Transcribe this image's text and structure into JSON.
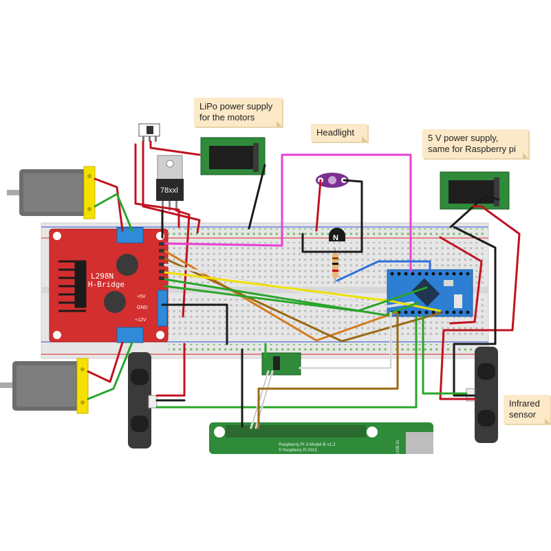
{
  "notes": {
    "lipo": [
      "LiPo power supply",
      "for the motors"
    ],
    "headlight": "Headlight",
    "five_volt": [
      "5 V power supply,",
      "same for Raspberry pi"
    ],
    "infrared": [
      "Infrared",
      "sensor"
    ]
  },
  "hbridge": {
    "title_line1": "L298N",
    "title_line2": "H-Bridge",
    "pin_5v": "+5V",
    "pin_gnd": "GND",
    "pin_12v": "+12V"
  },
  "regulator": {
    "label": "78xxl"
  },
  "transistor": {
    "label": "N"
  },
  "raspberry": {
    "line1": "Raspberry Pi 3 Model B v1.2",
    "line2": "© Raspberry Pi 2015",
    "usb": "USB 2x"
  },
  "colors": {
    "breadboard": "#e6e6e6",
    "hbridge_red": "#d32f2f",
    "arduino_blue": "#2d7fd3",
    "pcb_green": "#2f8a3a",
    "motor_yellow": "#f5e000",
    "note_bg": "#fbe9c8",
    "wire_red": "#c1121f",
    "wire_black": "#1a1a1a",
    "wire_magenta": "#e93fd3",
    "wire_green": "#2aa52a",
    "wire_yellow": "#f0e000",
    "wire_orange": "#d47a1c",
    "wire_brown": "#9a6a12",
    "wire_blue": "#2f6fdc",
    "wire_white": "#f5f5f5"
  }
}
